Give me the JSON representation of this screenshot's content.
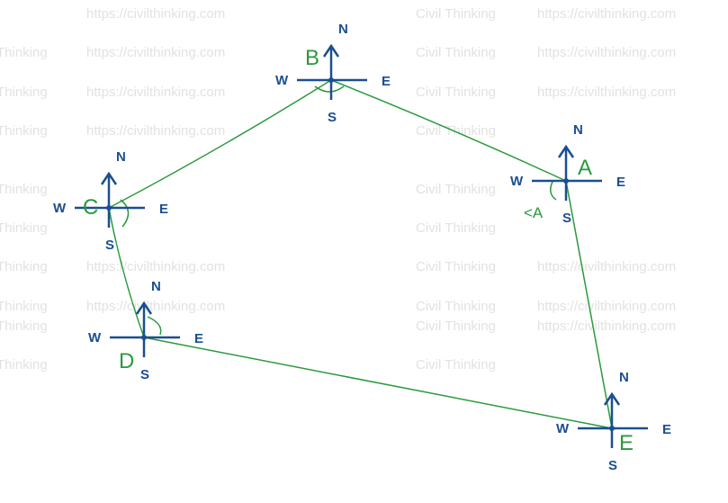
{
  "watermarks": {
    "url": "https://civilthinking.com",
    "brand": "Civil Thinking",
    "partial": "Thinking"
  },
  "colors": {
    "compass": "#1b4f8f",
    "traverse": "#2a9a3c",
    "watermark": "#e2e2e2"
  },
  "stations": [
    {
      "id": "B",
      "label": "B",
      "n": "N",
      "s": "S",
      "w": "W",
      "e": "E"
    },
    {
      "id": "A",
      "label": "A",
      "n": "N",
      "s": "S",
      "w": "W",
      "e": "E"
    },
    {
      "id": "C",
      "label": "C",
      "n": "N",
      "s": "S",
      "w": "W",
      "e": "E"
    },
    {
      "id": "D",
      "label": "D",
      "n": "N",
      "s": "S",
      "w": "W",
      "e": "E"
    },
    {
      "id": "E",
      "label": "E",
      "n": "N",
      "s": "S",
      "w": "W",
      "e": "E"
    }
  ],
  "angle_label": "<A",
  "traverse_order": [
    "B",
    "A",
    "E",
    "D",
    "C",
    "B"
  ]
}
